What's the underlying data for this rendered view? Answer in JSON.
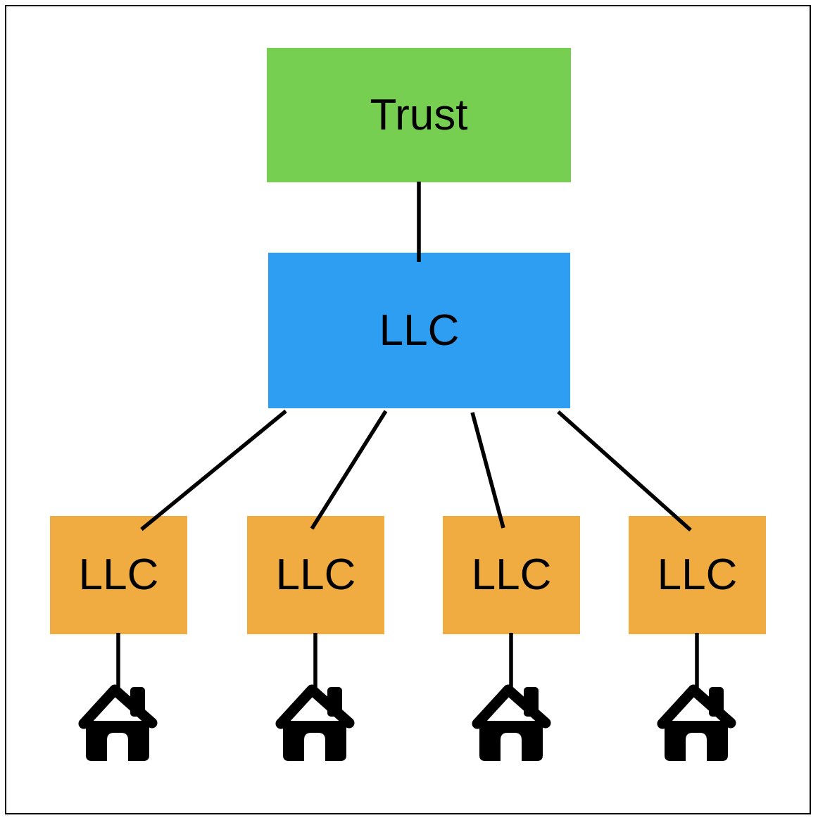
{
  "canvas": {
    "background": "#ffffff",
    "frame_border_color": "#000000"
  },
  "nodes": {
    "label_color": "#000000",
    "trust": {
      "label": "Trust",
      "fill": "#77CF52"
    },
    "parent_llc": {
      "label": "LLC",
      "fill": "#2E9EF2"
    },
    "child_llcs": [
      {
        "label": "LLC",
        "fill": "#F0AC41"
      },
      {
        "label": "LLC",
        "fill": "#F0AC41"
      },
      {
        "label": "LLC",
        "fill": "#F0AC41"
      },
      {
        "label": "LLC",
        "fill": "#F0AC41"
      }
    ]
  },
  "connectors": {
    "color": "#000000",
    "edges": [
      {
        "from": "trust",
        "to": "parent-llc"
      },
      {
        "from": "parent-llc",
        "to": "child-llc-1"
      },
      {
        "from": "parent-llc",
        "to": "child-llc-2"
      },
      {
        "from": "parent-llc",
        "to": "child-llc-3"
      },
      {
        "from": "parent-llc",
        "to": "child-llc-4"
      },
      {
        "from": "child-llc-1",
        "to": "house-1"
      },
      {
        "from": "child-llc-2",
        "to": "house-2"
      },
      {
        "from": "child-llc-3",
        "to": "house-3"
      },
      {
        "from": "child-llc-4",
        "to": "house-4"
      }
    ]
  },
  "houses": {
    "icon": "house-icon",
    "color": "#000000",
    "count": 4
  }
}
